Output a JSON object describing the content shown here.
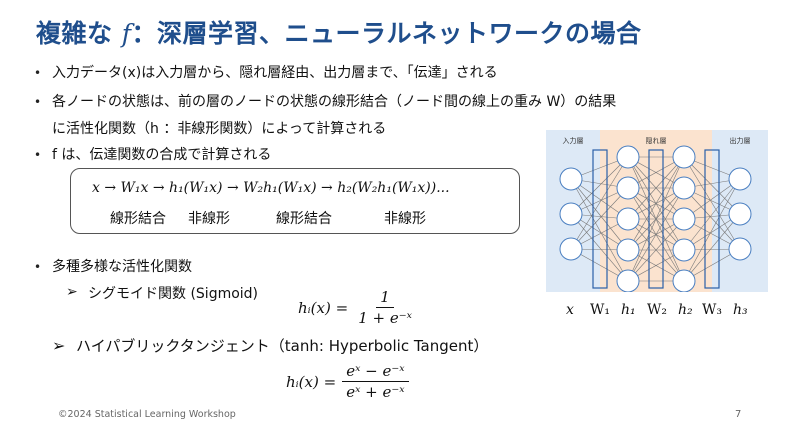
{
  "title": {
    "prefix": "複雑な",
    "fvar": "f",
    "suffix": "：深層学習、ニューラルネットワークの場合"
  },
  "bullets": {
    "b1": "入力データ(x)は入力層から、隠れ層経由、出力層まで、「伝達」される",
    "b2_line1": "各ノードの状態は、前の層のノードの状態の線形結合（ノード間の線上の重み W）の結果",
    "b2_line2": "に活性化関数（h ：非線形関数）によって計算される",
    "b3": "f は、伝達関数の合成で計算される",
    "b4": "多種多様な活性化関数"
  },
  "formula_box": {
    "expression": "x → W₁x → h₁(W₁x) → W₂h₁(W₁x) → h₂(W₂h₁(W₁x))...",
    "labels": [
      "線形結合",
      "非線形",
      "線形結合",
      "非線形"
    ]
  },
  "activations": {
    "sigmoid_label": "シグモイド関数 (Sigmoid)",
    "sigmoid_lhs": "hᵢ(x) =",
    "sigmoid_num": "1",
    "sigmoid_den": "1 + e⁻ˣ",
    "tanh_label": "ハイパブリックタンジェント（tanh: Hyperbolic Tangent）",
    "tanh_lhs": "hᵢ(x) =",
    "tanh_num": "eˣ − e⁻ˣ",
    "tanh_den": "eˣ + e⁻ˣ"
  },
  "network": {
    "input_layer_label": "入力層",
    "hidden_layer_label": "隠れ層",
    "output_layer_label": "出力層",
    "bottom_labels": [
      "x",
      "W₁",
      "h₁",
      "W₂",
      "h₂",
      "W₃",
      "h₃"
    ],
    "colors": {
      "input_bg": "#dde9f6",
      "hidden_bg": "#fbe3cf",
      "output_bg": "#dde9f6",
      "node_stroke": "#4a7fc1",
      "edge": "#7a7a7a"
    }
  },
  "footer": {
    "copyright": "©2024 Statistical Learning Workshop",
    "page": "7"
  }
}
